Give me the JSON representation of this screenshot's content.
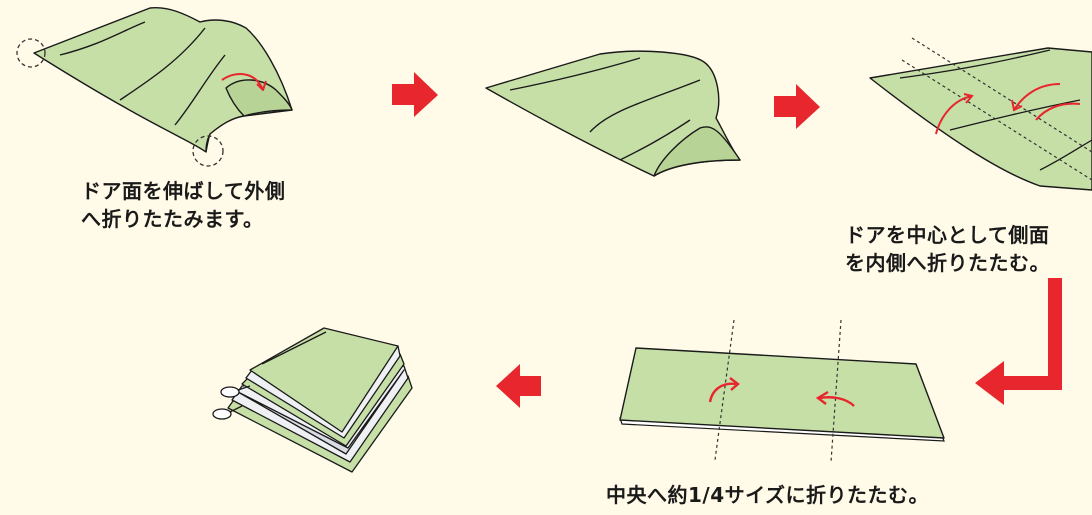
{
  "steps": {
    "step1": {
      "line1": "ドア面を伸ばして外側",
      "line2": "へ折りたたみます。"
    },
    "step3": {
      "line1": "ドアを中心として側面",
      "line2": "を内側へ折りたたむ。"
    },
    "step4": {
      "line1": "中央へ約1/4サイズに折りたたむ。"
    }
  },
  "colors": {
    "background": "#fffbe8",
    "sheet_fill": "#c6dfa7",
    "arrow_red": "#e8262d",
    "outline": "#1a1a1a"
  }
}
